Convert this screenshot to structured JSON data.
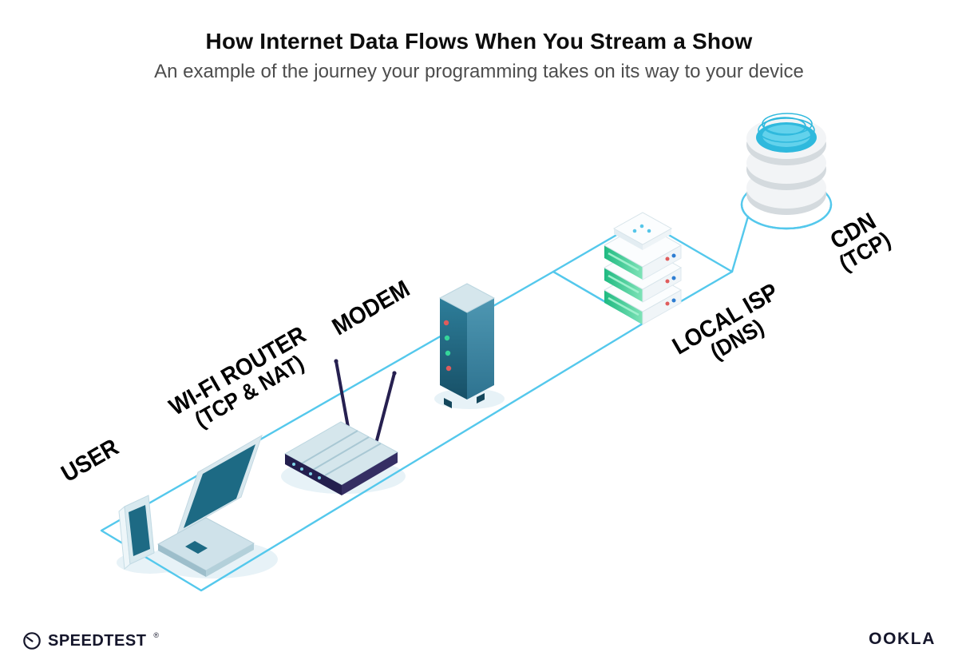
{
  "header": {
    "title": "How Internet Data Flows When You Stream a Show",
    "subtitle": "An example of the journey your programming takes on its way to your device"
  },
  "diagram": {
    "nodes": [
      {
        "id": "user",
        "label": "USER",
        "sublabel": "",
        "device": "smartphone-and-laptop"
      },
      {
        "id": "wifi-router",
        "label": "WI-FI ROUTER",
        "sublabel": "(TCP & NAT)",
        "device": "wireless-router"
      },
      {
        "id": "modem",
        "label": "MODEM",
        "sublabel": "",
        "device": "cable-modem"
      },
      {
        "id": "local-isp",
        "label": "LOCAL ISP",
        "sublabel": "(DNS)",
        "device": "server-stack"
      },
      {
        "id": "cdn",
        "label": "CDN",
        "sublabel": "(TCP)",
        "device": "database-cylinder"
      }
    ],
    "colors": {
      "connection_line": "#54c8ec",
      "device_teal": "#1d6a84",
      "device_light": "#d5e6ec",
      "router_navy": "#262050",
      "led_green": "#35d69a",
      "led_red": "#e05c5c",
      "led_blue": "#2d7dd2",
      "cdn_cyan": "#2fb9dd"
    }
  },
  "footer": {
    "speedtest_label": "SPEEDTEST",
    "speedtest_mark": "®",
    "ookla_label": "OOKLA"
  }
}
